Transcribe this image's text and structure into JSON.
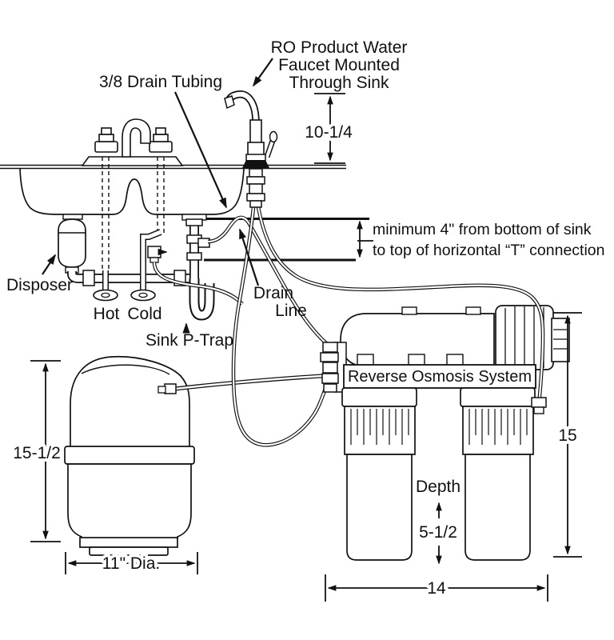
{
  "title": "Under-sink reverse osmosis system installation diagram",
  "labels": {
    "ro_faucet_l1": "RO Product Water",
    "ro_faucet_l2": "Faucet Mounted",
    "ro_faucet_l3": "Through Sink",
    "drain_tubing": "3/8 Drain Tubing",
    "disposer": "Disposer",
    "hot": "Hot",
    "cold": "Cold",
    "sink_p_trap": "Sink P-Trap",
    "drain_line_l1": "Drain",
    "drain_line_l2": "Line",
    "min_clearance_l1": "minimum 4\" from bottom of sink",
    "min_clearance_l2": "to top of horizontal “T” connection",
    "ro_system": "Reverse Osmosis System",
    "depth": "Depth"
  },
  "dimensions": {
    "faucet_height": "10-1/4",
    "tank_height": "15-1/2",
    "tank_diameter": "11\" Dia.",
    "system_height": "15",
    "system_width": "14",
    "filter_depth": "5-1/2"
  },
  "colors": {
    "line": "#111111",
    "background": "#ffffff"
  }
}
